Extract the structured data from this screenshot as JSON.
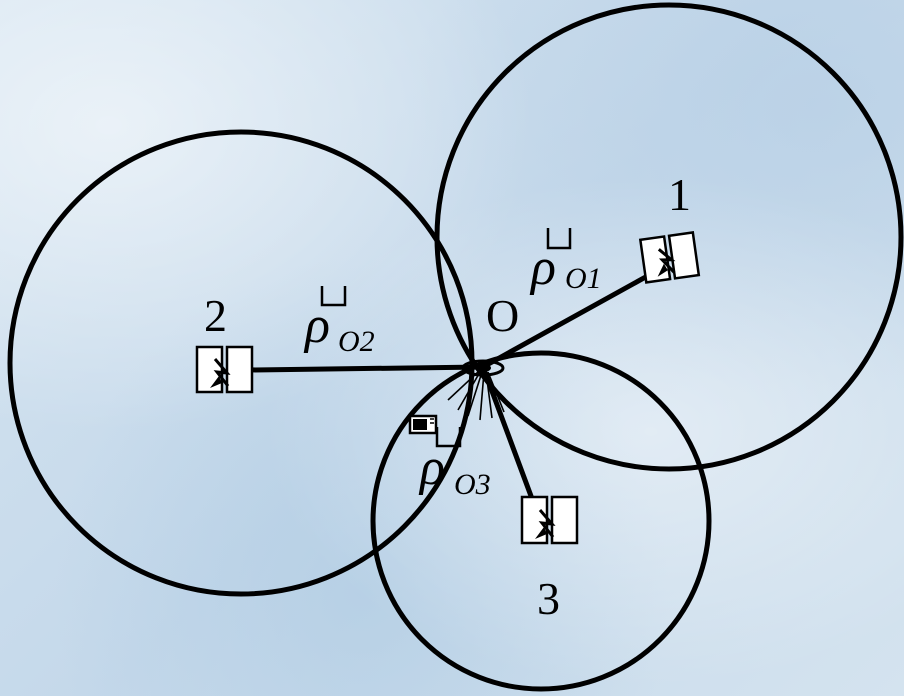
{
  "labels": {
    "sat1": "1",
    "sat2": "2",
    "sat3": "3",
    "origin": "O"
  },
  "vectors": {
    "rho_symbol": "ρ",
    "o1_sub": "O1",
    "o2_sub": "O2",
    "o3_sub": "O3"
  },
  "colors": {
    "line": "#000000",
    "satellite_panel": "#ffffff"
  },
  "icons": {
    "satellite": "satellite-icon",
    "receiver": "receiver-icon",
    "vector_accent": "vector-accent-icon"
  }
}
